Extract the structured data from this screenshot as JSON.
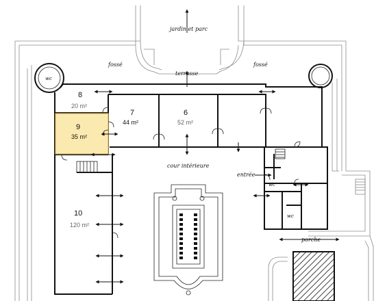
{
  "labels": {
    "jardin": "jardin et parc",
    "fosse_left": "fossé",
    "fosse_right": "fossé",
    "terrasse": "terrasse",
    "cour": "cour intérieure",
    "entree": "entrée",
    "porche": "porche",
    "wc_tower": "wc",
    "wc_small_1": "wc",
    "wc_small_2": "wc"
  },
  "rooms": [
    {
      "id": "8",
      "number": "8",
      "area": "20 m²",
      "highlighted": false
    },
    {
      "id": "9",
      "number": "9",
      "area": "35 m²",
      "highlighted": true
    },
    {
      "id": "7",
      "number": "7",
      "area": "44 m²",
      "highlighted": false
    },
    {
      "id": "6",
      "number": "6",
      "area": "52 m²",
      "highlighted": false
    },
    {
      "id": "10",
      "number": "10",
      "area": "120 m²",
      "highlighted": false
    }
  ],
  "colors": {
    "highlight_fill": "#fbeab0",
    "highlight_stroke": "#d9b65a",
    "wall": "#111111",
    "outline": "#8a8a8a"
  }
}
